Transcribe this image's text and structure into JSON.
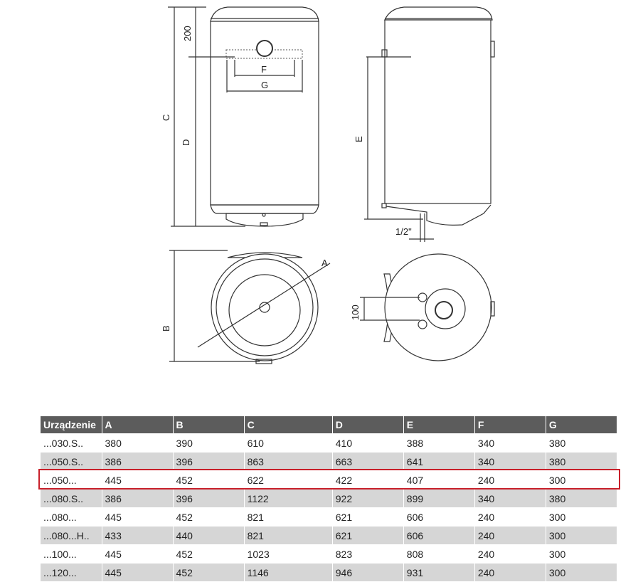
{
  "diagram": {
    "labels": {
      "dim_200": "200",
      "C": "C",
      "D": "D",
      "E": "E",
      "F": "F",
      "G": "G",
      "A": "A",
      "B": "B",
      "dim_100": "100",
      "pipe": "1/2\""
    }
  },
  "table": {
    "headers": [
      "Urządzenie",
      "A",
      "B",
      "C",
      "D",
      "E",
      "F",
      "G"
    ],
    "rows": [
      [
        "...030.S..",
        "380",
        "390",
        "610",
        "410",
        "388",
        "340",
        "380"
      ],
      [
        "...050.S..",
        "386",
        "396",
        "863",
        "663",
        "641",
        "340",
        "380"
      ],
      [
        "...050...",
        "445",
        "452",
        "622",
        "422",
        "407",
        "240",
        "300"
      ],
      [
        "...080.S..",
        "386",
        "396",
        "1122",
        "922",
        "899",
        "340",
        "380"
      ],
      [
        "...080...",
        "445",
        "452",
        "821",
        "621",
        "606",
        "240",
        "300"
      ],
      [
        "...080...H..",
        "433",
        "440",
        "821",
        "621",
        "606",
        "240",
        "300"
      ],
      [
        "...100...",
        "445",
        "452",
        "1023",
        "823",
        "808",
        "240",
        "300"
      ],
      [
        "...120...",
        "445",
        "452",
        "1146",
        "946",
        "931",
        "240",
        "300"
      ]
    ],
    "highlighted_row": 2,
    "highlight_color": "#c8202a"
  }
}
